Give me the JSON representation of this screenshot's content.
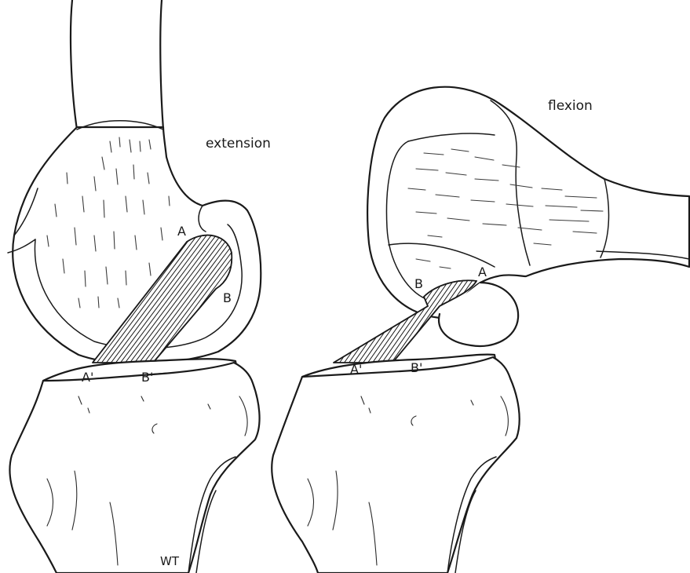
{
  "panels": {
    "extension": {
      "label": "extension",
      "femoral_points": [
        "A",
        "B"
      ],
      "tibial_points": [
        "A'",
        "B'"
      ]
    },
    "flexion": {
      "label": "flexion",
      "femoral_points": [
        "A",
        "B"
      ],
      "tibial_points": [
        "A'",
        "B'"
      ]
    }
  },
  "signature": "WT",
  "colors": {
    "ink": "#1a1a1a",
    "paper": "#ffffff"
  }
}
